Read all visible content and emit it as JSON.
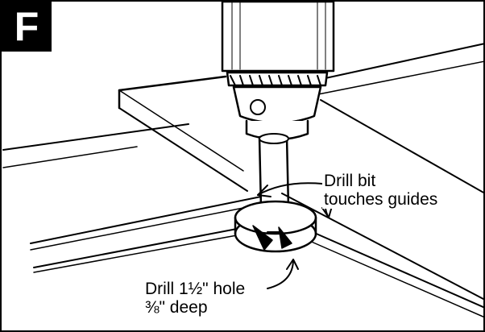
{
  "step": {
    "letter": "F"
  },
  "callouts": {
    "drill_bit": {
      "line1": "Drill bit",
      "line2": "touches guides"
    },
    "hole": {
      "line1": "Drill 1½\" hole",
      "line2": "⅜\" deep"
    }
  }
}
